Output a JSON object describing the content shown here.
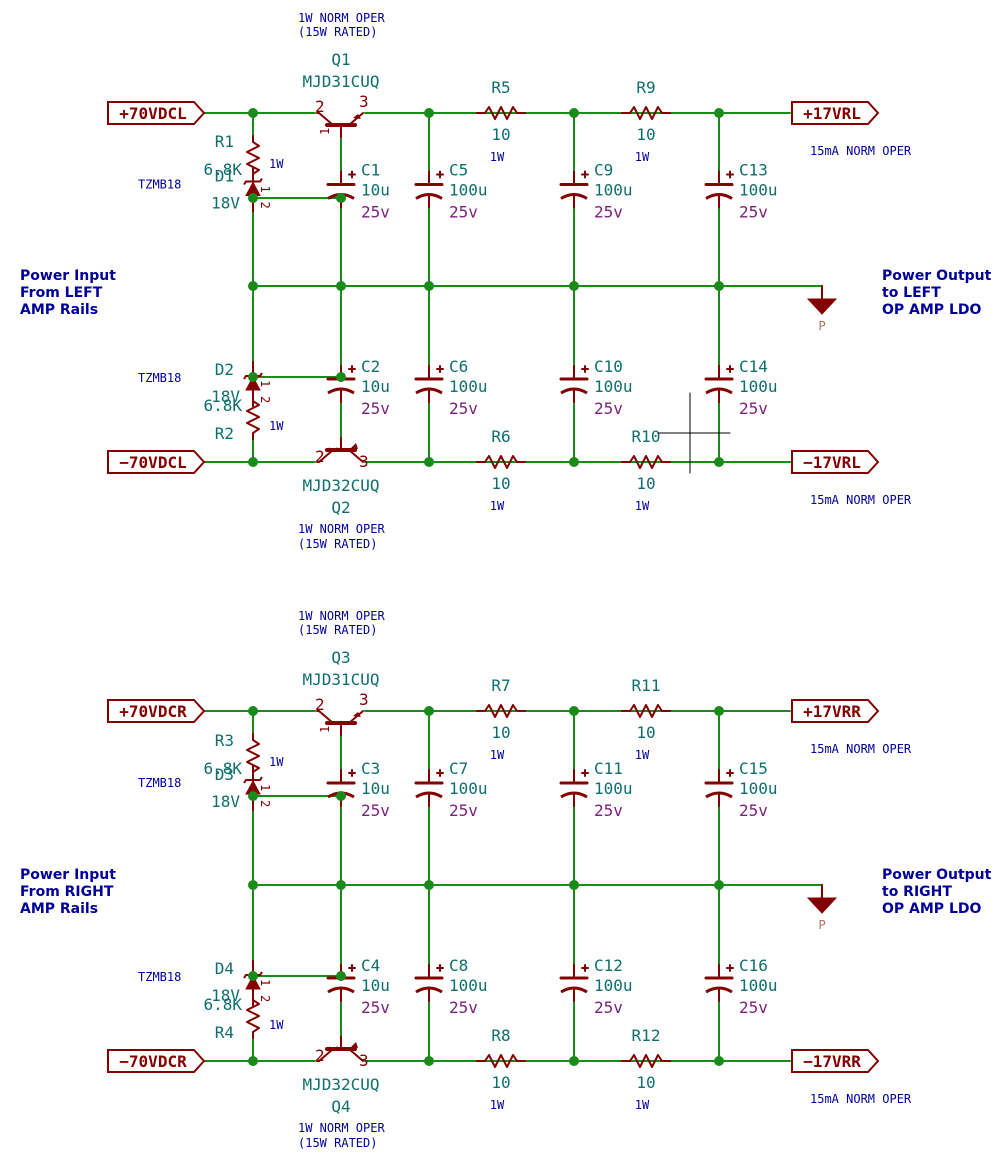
{
  "colors": {
    "wire": "#1a8a1a",
    "junction": "#1a8a1a",
    "component": "#840000",
    "ref": "#0f6e6e",
    "rating": "#7b1f7b",
    "note": "#000099",
    "background": "#ffffff"
  },
  "halves": [
    {
      "q_top": {
        "ref": "Q1",
        "value": "MJD31CUQ",
        "note1": "1W NORM OPER",
        "note2": "(15W RATED)"
      },
      "q_bot": {
        "ref": "Q2",
        "value": "MJD32CUQ",
        "note1": "1W NORM OPER",
        "note2": "(15W RATED)"
      },
      "pin2": "2",
      "pin3": "3",
      "pin1": "1",
      "r_top": {
        "ref": "R1",
        "value": "6.8K",
        "power": "1W"
      },
      "r_bot": {
        "ref": "R2",
        "value": "6.8K",
        "power": "1W"
      },
      "d_top": {
        "ref": "D1",
        "value": "18V",
        "part": "TZMB18"
      },
      "d_bot": {
        "ref": "D2",
        "value": "18V",
        "part": "TZMB18"
      },
      "caps": [
        {
          "ref": "C1",
          "value": "10u",
          "volt": "25v"
        },
        {
          "ref": "C2",
          "value": "10u",
          "volt": "25v"
        },
        {
          "ref": "C5",
          "value": "100u",
          "volt": "25v"
        },
        {
          "ref": "C6",
          "value": "100u",
          "volt": "25v"
        },
        {
          "ref": "C9",
          "value": "100u",
          "volt": "25v"
        },
        {
          "ref": "C10",
          "value": "100u",
          "volt": "25v"
        },
        {
          "ref": "C13",
          "value": "100u",
          "volt": "25v"
        },
        {
          "ref": "C14",
          "value": "100u",
          "volt": "25v"
        }
      ],
      "rs": [
        {
          "ref": "R5",
          "value": "10",
          "power": "1W"
        },
        {
          "ref": "R9",
          "value": "10",
          "power": "1W"
        },
        {
          "ref": "R6",
          "value": "10",
          "power": "1W"
        },
        {
          "ref": "R10",
          "value": "10",
          "power": "1W"
        }
      ],
      "in_pos": "+70VDCL",
      "in_neg": "−70VDCL",
      "out_pos": "+17VRL",
      "out_neg": "−17VRL",
      "out_note_top": "15mA NORM OPER",
      "out_note_bot": "15mA NORM OPER",
      "input_note": [
        "Power Input",
        "From LEFT",
        "AMP Rails"
      ],
      "output_note": [
        "Power Output",
        "to LEFT",
        "OP AMP LDO"
      ],
      "gnd_label": "P"
    },
    {
      "q_top": {
        "ref": "Q3",
        "value": "MJD31CUQ",
        "note1": "1W NORM OPER",
        "note2": "(15W RATED)"
      },
      "q_bot": {
        "ref": "Q4",
        "value": "MJD32CUQ",
        "note1": "1W NORM OPER",
        "note2": "(15W RATED)"
      },
      "pin2": "2",
      "pin3": "3",
      "pin1": "1",
      "r_top": {
        "ref": "R3",
        "value": "6.8K",
        "power": "1W"
      },
      "r_bot": {
        "ref": "R4",
        "value": "6.8K",
        "power": "1W"
      },
      "d_top": {
        "ref": "D3",
        "value": "18V",
        "part": "TZMB18"
      },
      "d_bot": {
        "ref": "D4",
        "value": "18V",
        "part": "TZMB18"
      },
      "caps": [
        {
          "ref": "C3",
          "value": "10u",
          "volt": "25v"
        },
        {
          "ref": "C4",
          "value": "10u",
          "volt": "25v"
        },
        {
          "ref": "C7",
          "value": "100u",
          "volt": "25v"
        },
        {
          "ref": "C8",
          "value": "100u",
          "volt": "25v"
        },
        {
          "ref": "C11",
          "value": "100u",
          "volt": "25v"
        },
        {
          "ref": "C12",
          "value": "100u",
          "volt": "25v"
        },
        {
          "ref": "C15",
          "value": "100u",
          "volt": "25v"
        },
        {
          "ref": "C16",
          "value": "100u",
          "volt": "25v"
        }
      ],
      "rs": [
        {
          "ref": "R7",
          "value": "10",
          "power": "1W"
        },
        {
          "ref": "R11",
          "value": "10",
          "power": "1W"
        },
        {
          "ref": "R8",
          "value": "10",
          "power": "1W"
        },
        {
          "ref": "R12",
          "value": "10",
          "power": "1W"
        }
      ],
      "in_pos": "+70VDCR",
      "in_neg": "−70VDCR",
      "out_pos": "+17VRR",
      "out_neg": "−17VRR",
      "out_note_top": "15mA NORM OPER",
      "out_note_bot": "15mA NORM OPER",
      "input_note": [
        "Power Input",
        "From RIGHT",
        "AMP Rails"
      ],
      "output_note": [
        "Power Output",
        "to RIGHT",
        "OP AMP LDO"
      ],
      "gnd_label": "P"
    }
  ]
}
